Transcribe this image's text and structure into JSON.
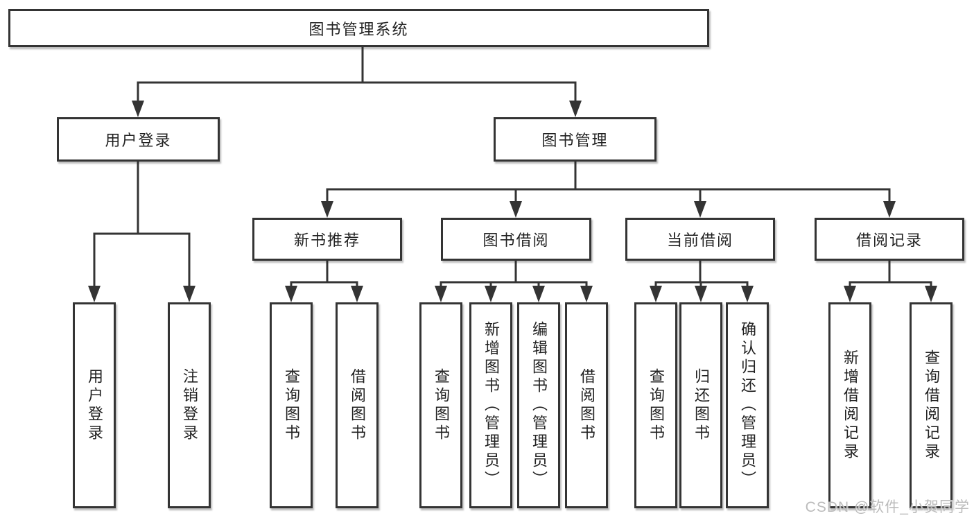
{
  "tree": {
    "label": "图书管理系统",
    "children": [
      {
        "label": "用户登录",
        "children": [
          {
            "label": "用户登录"
          },
          {
            "label": "注销登录"
          }
        ]
      },
      {
        "label": "图书管理",
        "children": [
          {
            "label": "新书推荐",
            "children": [
              {
                "label": "查询图书"
              },
              {
                "label": "借阅图书"
              }
            ]
          },
          {
            "label": "图书借阅",
            "children": [
              {
                "label": "查询图书"
              },
              {
                "label": "新增图书（管理员）"
              },
              {
                "label": "编辑图书（管理员）"
              },
              {
                "label": "借阅图书"
              }
            ]
          },
          {
            "label": "当前借阅",
            "children": [
              {
                "label": "查询图书"
              },
              {
                "label": "归还图书"
              },
              {
                "label": "确认归还（管理员）"
              }
            ]
          },
          {
            "label": "借阅记录",
            "children": [
              {
                "label": "新增借阅记录"
              },
              {
                "label": "查询借阅记录"
              }
            ]
          }
        ]
      }
    ]
  },
  "watermark": {
    "text": "CSDN @软件_小贺同学"
  },
  "colors": {
    "line": "#343434",
    "box_border": "#343434",
    "box_fill": "#ffffff",
    "text": "#222222",
    "watermark": "#bcbcbc",
    "background": "#ffffff"
  }
}
